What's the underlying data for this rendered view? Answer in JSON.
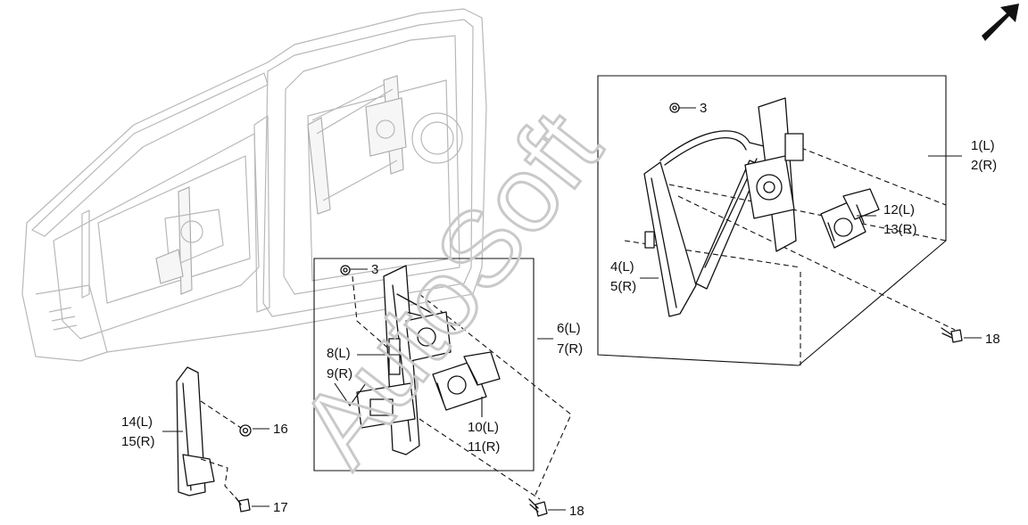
{
  "watermark": "AutoSoft",
  "callouts": [
    {
      "id": "c1",
      "lines": [
        "1(L)",
        "2(R)"
      ]
    },
    {
      "id": "c3a",
      "lines": [
        "3"
      ]
    },
    {
      "id": "c3b",
      "lines": [
        "3"
      ]
    },
    {
      "id": "c4",
      "lines": [
        "4(L)",
        "5(R)"
      ]
    },
    {
      "id": "c6",
      "lines": [
        "6(L)",
        "7(R)"
      ]
    },
    {
      "id": "c8",
      "lines": [
        "8(L)",
        "9(R)"
      ]
    },
    {
      "id": "c10",
      "lines": [
        "10(L)",
        "11(R)"
      ]
    },
    {
      "id": "c12",
      "lines": [
        "12(L)",
        "13(R)"
      ]
    },
    {
      "id": "c14",
      "lines": [
        "14(L)",
        "15(R)"
      ]
    },
    {
      "id": "c16",
      "lines": [
        "16"
      ]
    },
    {
      "id": "c17",
      "lines": [
        "17"
      ]
    },
    {
      "id": "c18a",
      "lines": [
        "18"
      ]
    },
    {
      "id": "c18b",
      "lines": [
        "18"
      ]
    }
  ],
  "icons": {
    "direction": "front-direction-arrow-icon"
  }
}
